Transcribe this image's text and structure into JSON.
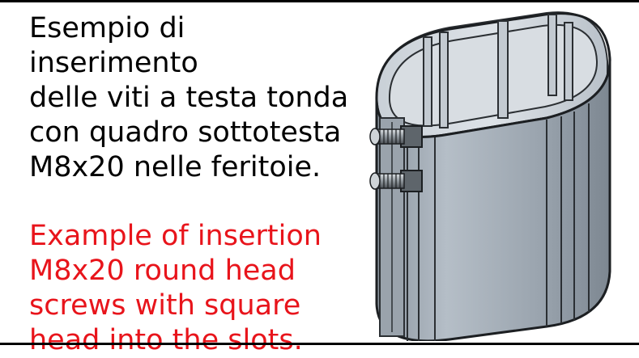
{
  "caption": {
    "italian": "Esempio di inserimento\ndelle viti a testa tonda\ncon quadro sottotesta\nM8x20 nelle feritoie.",
    "english": "Example of insertion\nM8x20 round head\nscrews with square\nhead into the slots.",
    "english_color": "#e8141b"
  },
  "figure": {
    "subject": "oval aluminium profile with M8x20 screws in slots",
    "body_color": "#a9b2bc",
    "screw_count": 2
  }
}
